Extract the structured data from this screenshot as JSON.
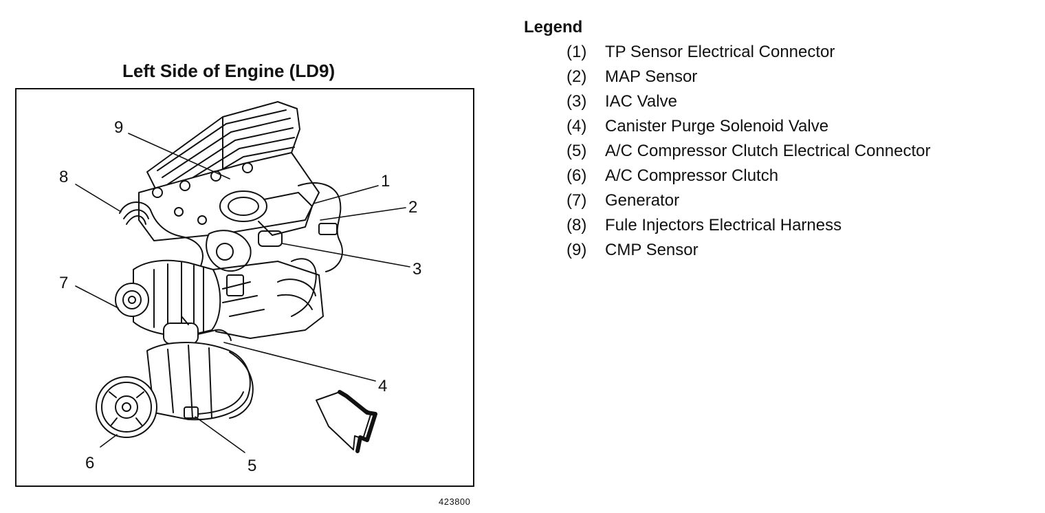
{
  "figure": {
    "title": "Left Side of Engine (LD9)",
    "figure_id": "423800"
  },
  "callouts": [
    {
      "num": "1",
      "label": "TP Sensor Electrical Connector"
    },
    {
      "num": "2",
      "label": "MAP Sensor"
    },
    {
      "num": "3",
      "label": "IAC Valve"
    },
    {
      "num": "4",
      "label": "Canister Purge Solenoid Valve"
    },
    {
      "num": "5",
      "label": "A/C Compressor Clutch Electrical Connector"
    },
    {
      "num": "6",
      "label": "A/C Compressor Clutch"
    },
    {
      "num": "7",
      "label": "Generator"
    },
    {
      "num": "8",
      "label": "Fule Injectors Electrical Harness"
    },
    {
      "num": "9",
      "label": "CMP Sensor"
    }
  ],
  "legend": {
    "title": "Legend",
    "items": [
      {
        "num": "(1)",
        "label": "TP Sensor Electrical Connector"
      },
      {
        "num": "(2)",
        "label": "MAP Sensor"
      },
      {
        "num": "(3)",
        "label": "IAC Valve"
      },
      {
        "num": "(4)",
        "label": "Canister Purge Solenoid Valve"
      },
      {
        "num": "(5)",
        "label": "A/C Compressor Clutch Electrical Connector"
      },
      {
        "num": "(6)",
        "label": "A/C Compressor Clutch"
      },
      {
        "num": "(7)",
        "label": "Generator"
      },
      {
        "num": "(8)",
        "label": "Fule Injectors Electrical Harness"
      },
      {
        "num": "(9)",
        "label": "CMP Sensor"
      }
    ]
  },
  "icons": {
    "direction_arrow": "forward-arrow-icon"
  }
}
